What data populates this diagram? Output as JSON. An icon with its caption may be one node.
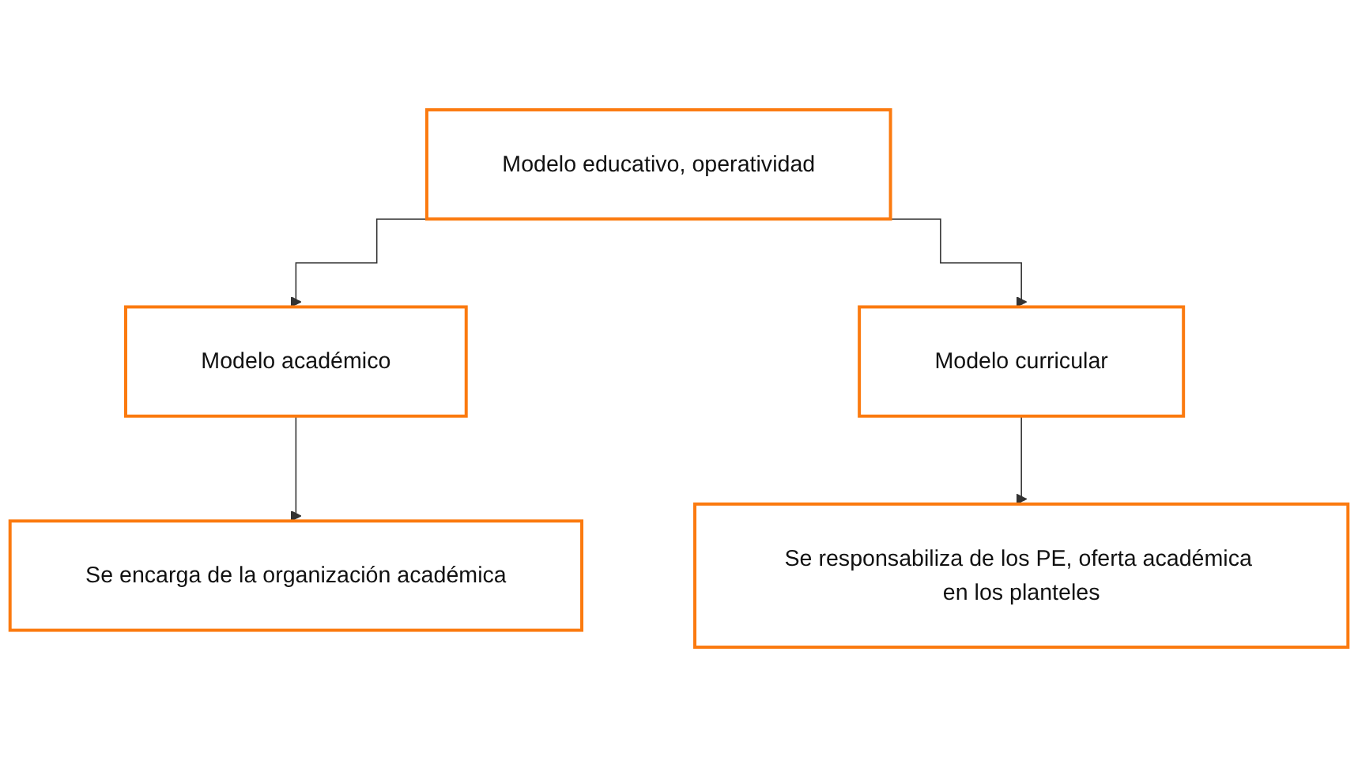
{
  "diagram": {
    "nodes": [
      {
        "text": [
          "Modelo educativo, operatividad"
        ]
      },
      {
        "text": [
          "Modelo académico"
        ]
      },
      {
        "text": [
          "Modelo curricular"
        ]
      },
      {
        "text": [
          "Se encarga de la organización académica"
        ]
      },
      {
        "text": [
          "Se responsabiliza de los PE, oferta académica en los planteles"
        ]
      }
    ],
    "edges": [
      {
        "from": 0,
        "to": 1,
        "arrow": "to"
      },
      {
        "from": 0,
        "to": 2,
        "arrow": "to"
      },
      {
        "from": 1,
        "to": 3,
        "arrow": "to"
      },
      {
        "from": 2,
        "to": 4,
        "arrow": "to"
      }
    ]
  }
}
